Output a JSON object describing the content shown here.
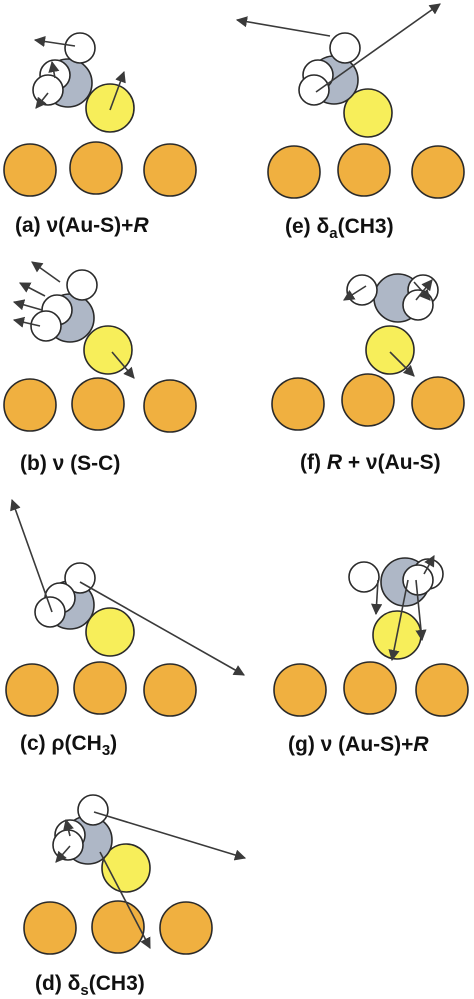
{
  "colors": {
    "gold": "#F0B040",
    "sulfur": "#F7EE5A",
    "carbon": "#AEB7C6",
    "hydrogen": "#FFFFFF",
    "outline": "#2A2A2A",
    "arrow": "#3A3A3A"
  },
  "panels": [
    {
      "id": "a",
      "label_prefix": "(a) ",
      "label_main": "ν(Au-S)+",
      "label_italic": "R",
      "label_sub": "",
      "label_tail": ""
    },
    {
      "id": "b",
      "label_prefix": "(b) ",
      "label_main": "ν (S-C)",
      "label_italic": "",
      "label_sub": "",
      "label_tail": ""
    },
    {
      "id": "c",
      "label_prefix": "(c) ",
      "label_main": "ρ(CH",
      "label_italic": "",
      "label_sub": "3",
      "label_tail": ")"
    },
    {
      "id": "d",
      "label_prefix": "(d) ",
      "label_main": "δ",
      "label_italic": "",
      "label_sub": "s",
      "label_tail": "(CH3)"
    },
    {
      "id": "e",
      "label_prefix": "(e) ",
      "label_main": "δ",
      "label_italic": "",
      "label_sub": "a",
      "label_tail": "(CH3)"
    },
    {
      "id": "f",
      "label_prefix": "(f) ",
      "label_main": "",
      "label_italic": "R",
      "label_sub": "",
      "label_tail": " + ν(Au-S)"
    },
    {
      "id": "g",
      "label_prefix": "(g) ",
      "label_main": "ν (Au-S)+",
      "label_italic": "R",
      "label_sub": "",
      "label_tail": ""
    }
  ]
}
